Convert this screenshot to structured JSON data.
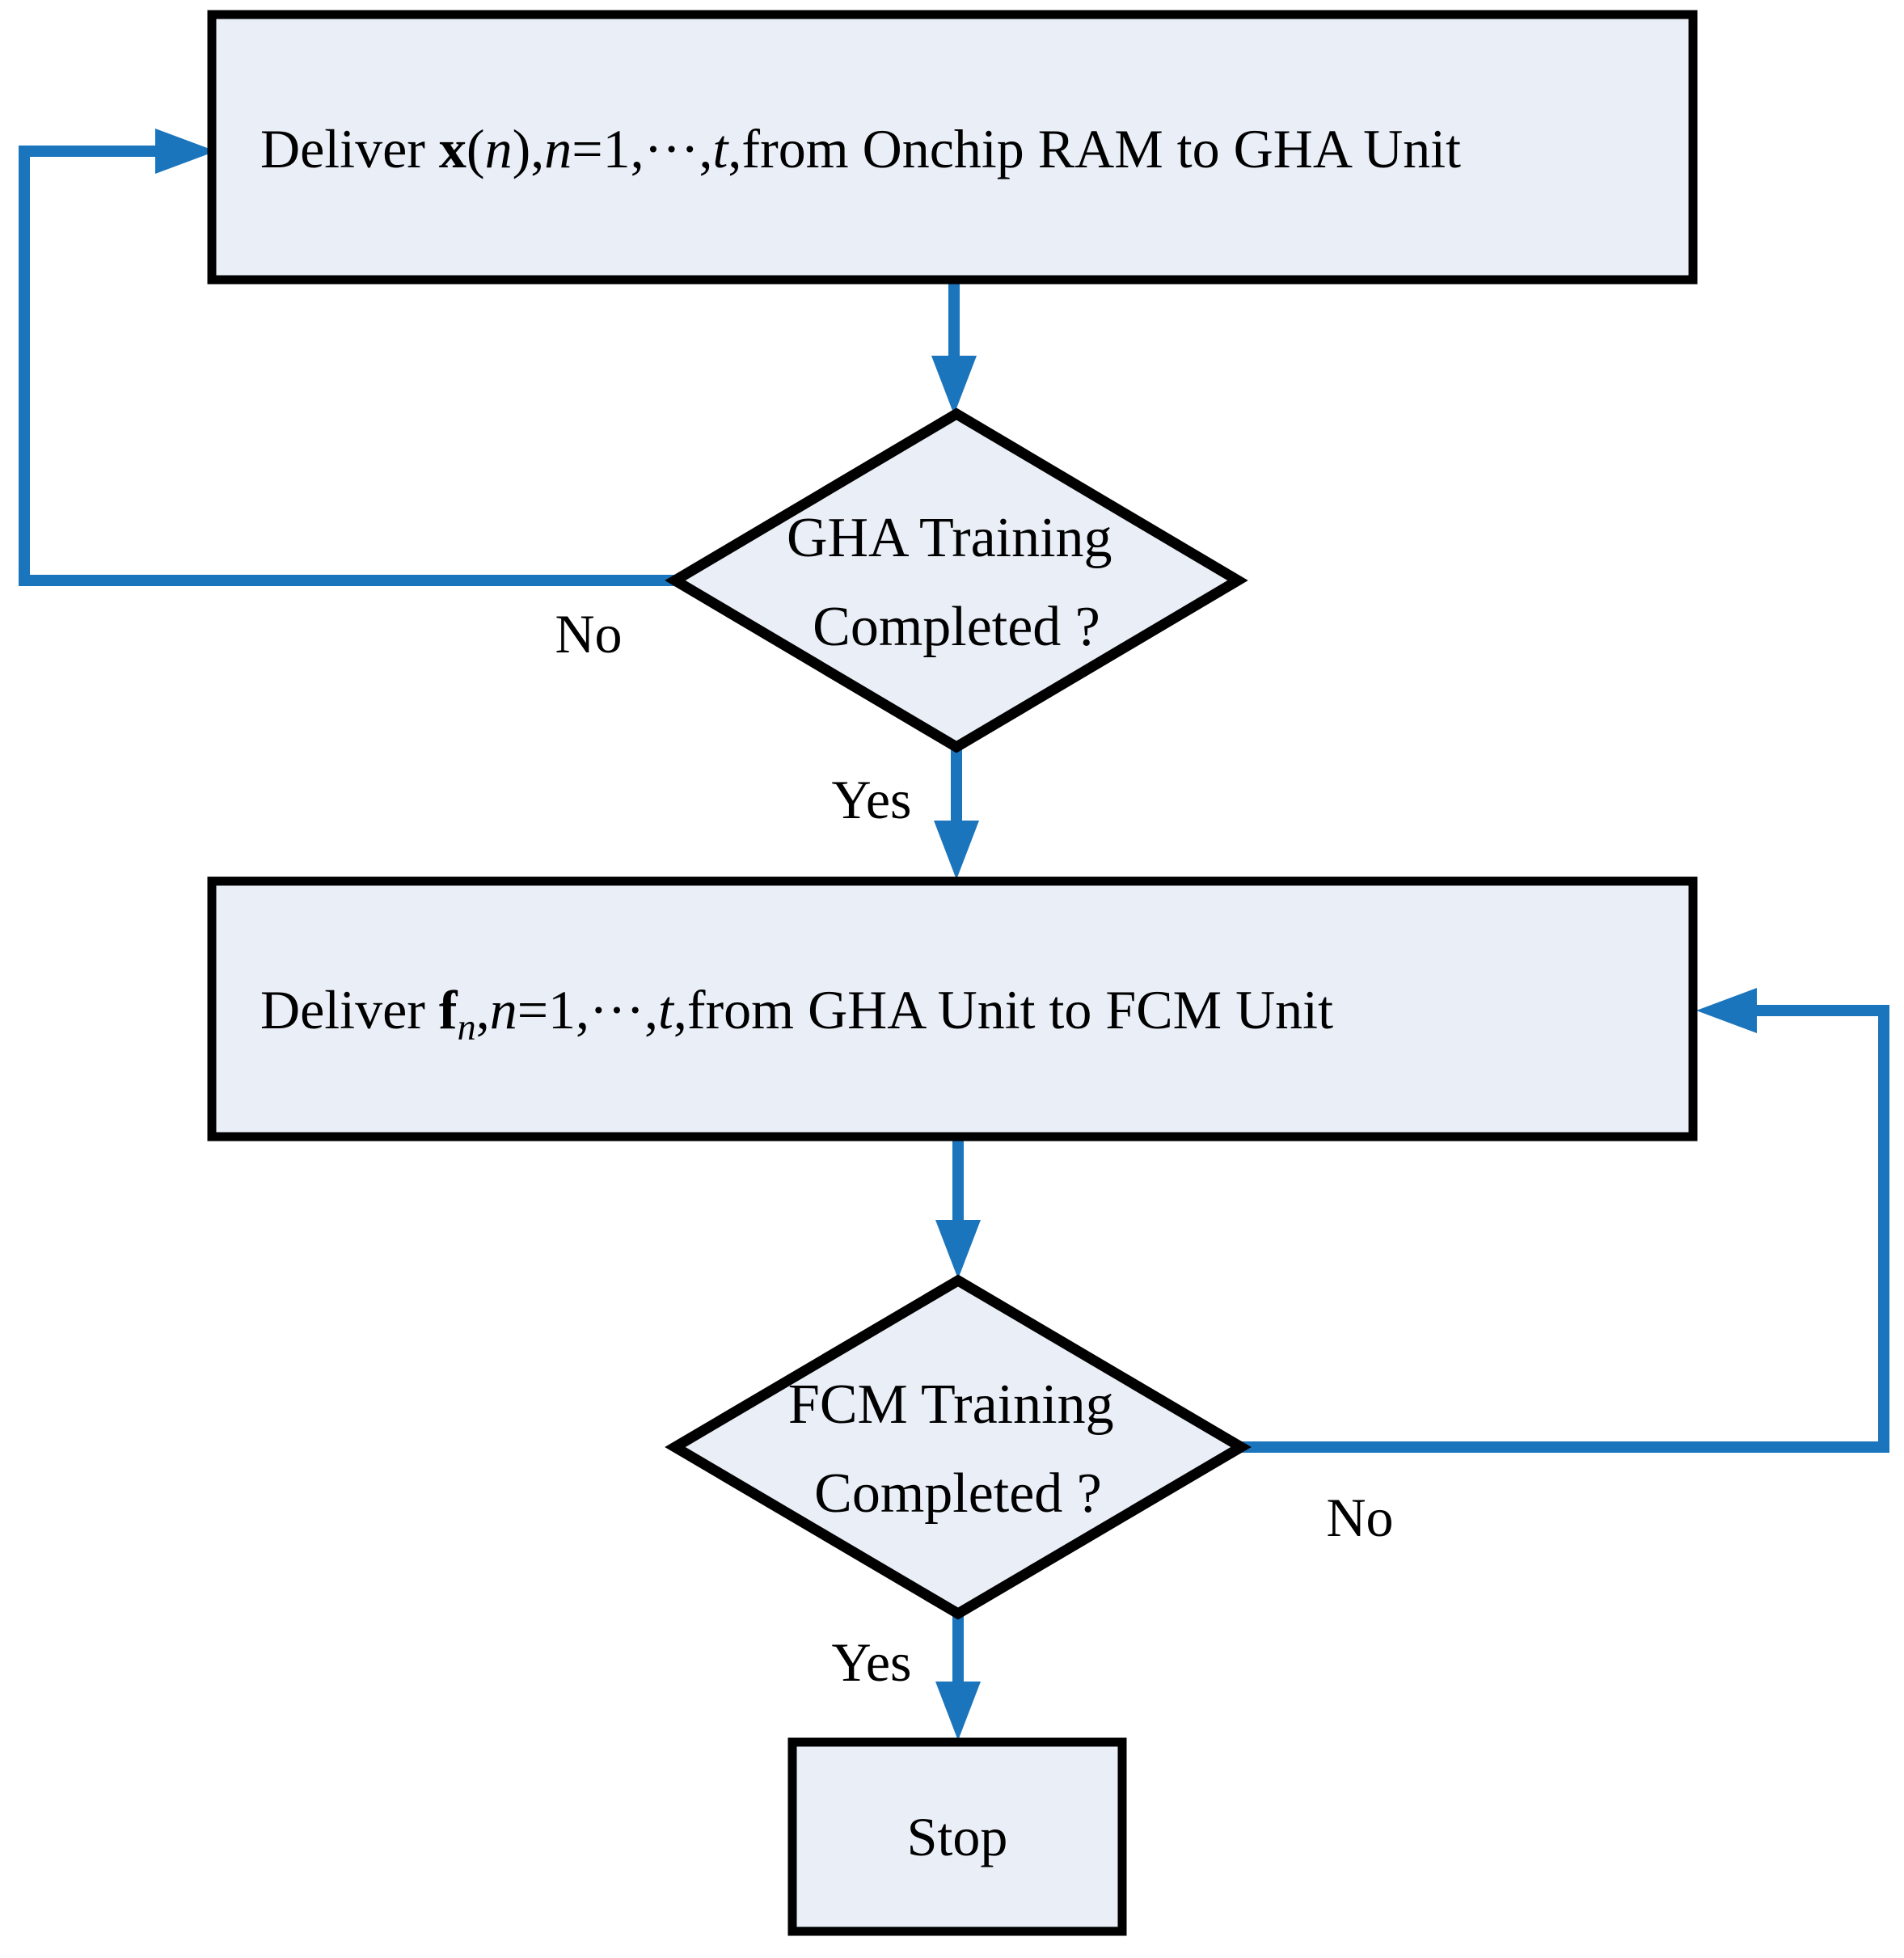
{
  "colors": {
    "shape_fill": "#E9EEF7",
    "shape_border": "#000000",
    "arrow": "#1B75BC",
    "text": "#000000",
    "background": "#FFFFFF"
  },
  "flowchart": {
    "process1": {
      "segments": [
        {
          "t": "Deliver "
        },
        {
          "t": "x",
          "b": true
        },
        {
          "t": "("
        },
        {
          "t": "n",
          "i": true
        },
        {
          "t": "),"
        },
        {
          "t": "n",
          "i": true
        },
        {
          "t": "=1,···,"
        },
        {
          "t": "t",
          "i": true
        },
        {
          "t": ",from Onchip RAM to GHA Unit"
        }
      ]
    },
    "decision1": {
      "line1": "GHA Training",
      "line2": "Completed ?"
    },
    "process2": {
      "segments": [
        {
          "t": "Deliver "
        },
        {
          "t": "f",
          "b": true
        },
        {
          "t": "n",
          "i": true,
          "sub": true
        },
        {
          "t": ","
        },
        {
          "t": "n",
          "i": true
        },
        {
          "t": "=1,···,"
        },
        {
          "t": "t",
          "i": true
        },
        {
          "t": ",from GHA Unit to FCM Unit"
        }
      ]
    },
    "decision2": {
      "line1": "FCM Training",
      "line2": "Completed ?"
    },
    "stop": {
      "label": "Stop"
    },
    "labels": {
      "no1": "No",
      "yes1": "Yes",
      "no2": "No",
      "yes2": "Yes"
    }
  }
}
